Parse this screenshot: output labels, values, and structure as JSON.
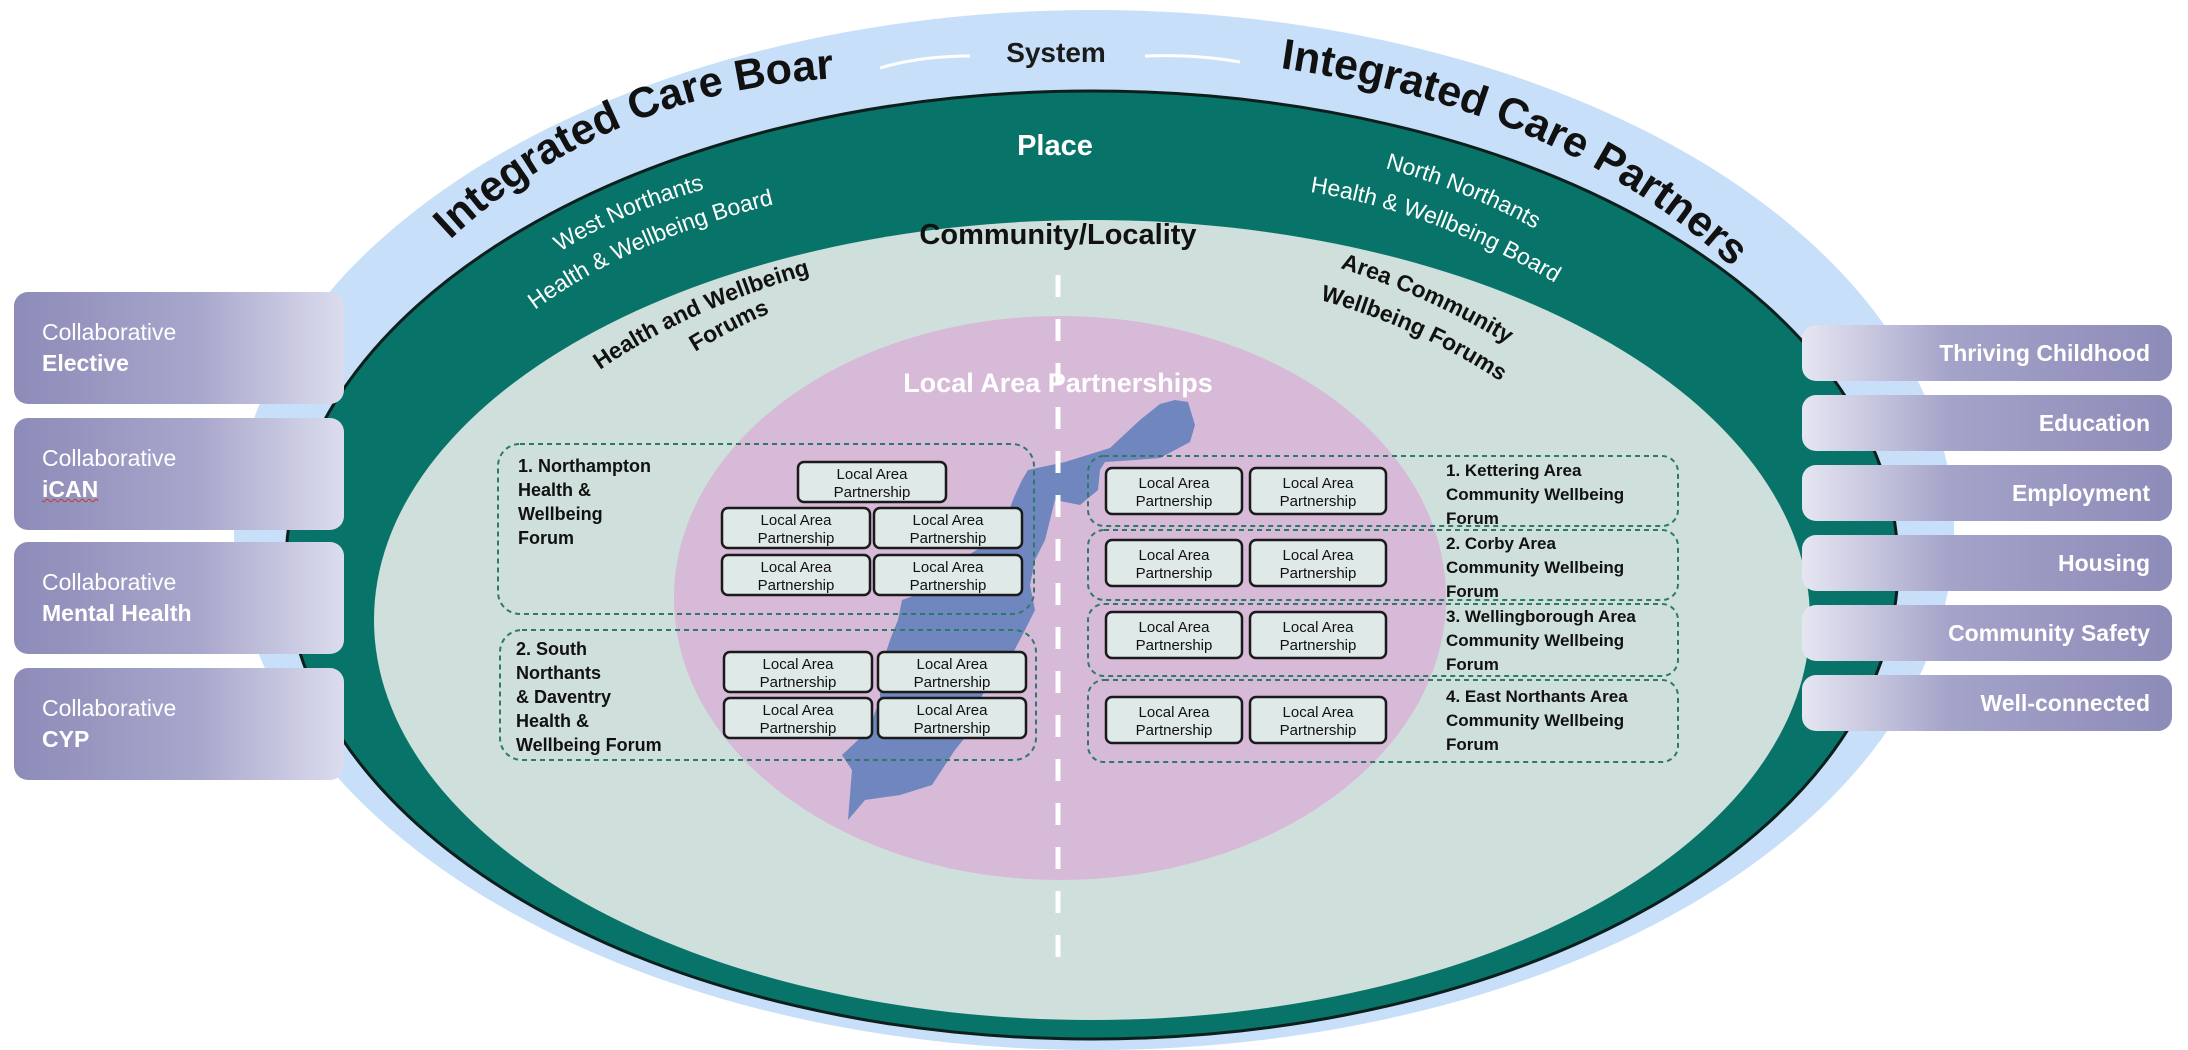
{
  "labels": {
    "system": "System",
    "icb": "Integrated Care Board",
    "icp": "Integrated Care Partnership",
    "place": "Place",
    "west_hwb_1": "West Northants",
    "west_hwb_2": "Health & Wellbeing Board",
    "north_hwb_1": "North Northants",
    "north_hwb_2": "Health & Wellbeing Board",
    "community": "Community/Locality",
    "hw_forums_1": "Health and Wellbeing",
    "hw_forums_2": "Forums",
    "acw_forums_1": "Area Community",
    "acw_forums_2": "Wellbeing Forums",
    "lap_title": "Local Area Partnerships",
    "lap_box_1": "Local Area",
    "lap_box_2": "Partnership"
  },
  "left_tabs": [
    {
      "line1": "Collaborative",
      "line2": "Elective"
    },
    {
      "line1": "Collaborative",
      "line2": "iCAN"
    },
    {
      "line1": "Collaborative",
      "line2": "Mental Health"
    },
    {
      "line1": "Collaborative",
      "line2": "CYP"
    }
  ],
  "right_tabs": [
    {
      "label": "Thriving Childhood"
    },
    {
      "label": "Education"
    },
    {
      "label": "Employment"
    },
    {
      "label": "Housing"
    },
    {
      "label": "Community Safety"
    },
    {
      "label": "Well-connected"
    }
  ],
  "west_forums": [
    {
      "lines": [
        "1. Northampton",
        "Health &",
        "Wellbeing",
        "Forum"
      ]
    },
    {
      "lines": [
        "2. South",
        "Northants",
        "& Daventry",
        "Health &",
        "Wellbeing Forum"
      ]
    }
  ],
  "north_forums": [
    {
      "lines": [
        "1. Kettering Area",
        "Community Wellbeing",
        "Forum"
      ]
    },
    {
      "lines": [
        "2. Corby Area",
        "Community Wellbeing",
        "Forum"
      ]
    },
    {
      "lines": [
        "3. Wellingborough Area",
        "Community Wellbeing",
        "Forum"
      ]
    },
    {
      "lines": [
        "4. East Northants Area",
        "Community Wellbeing",
        "Forum"
      ]
    }
  ],
  "colors": {
    "outer_ring": "#c7dff8",
    "place_ring": "#087469",
    "community_fill": "#cfdfdb",
    "lap_ellipse": "#d7b9d8",
    "map": "#6f86bf",
    "box_fill": "#dfe9e7"
  }
}
